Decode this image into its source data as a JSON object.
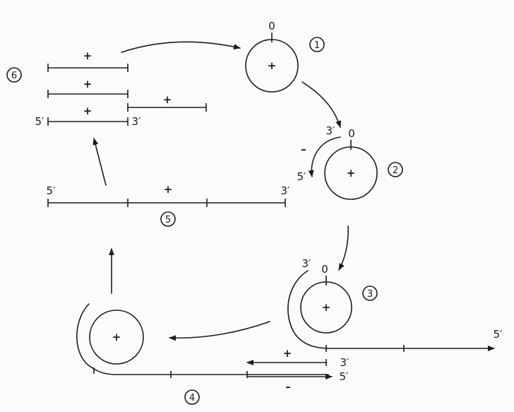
{
  "labels": {
    "zero": "0",
    "plus": "+",
    "minus": "–",
    "five_prime": "5′",
    "three_prime": "3′",
    "steps": [
      "1",
      "2",
      "3",
      "4",
      "5",
      "6"
    ]
  }
}
